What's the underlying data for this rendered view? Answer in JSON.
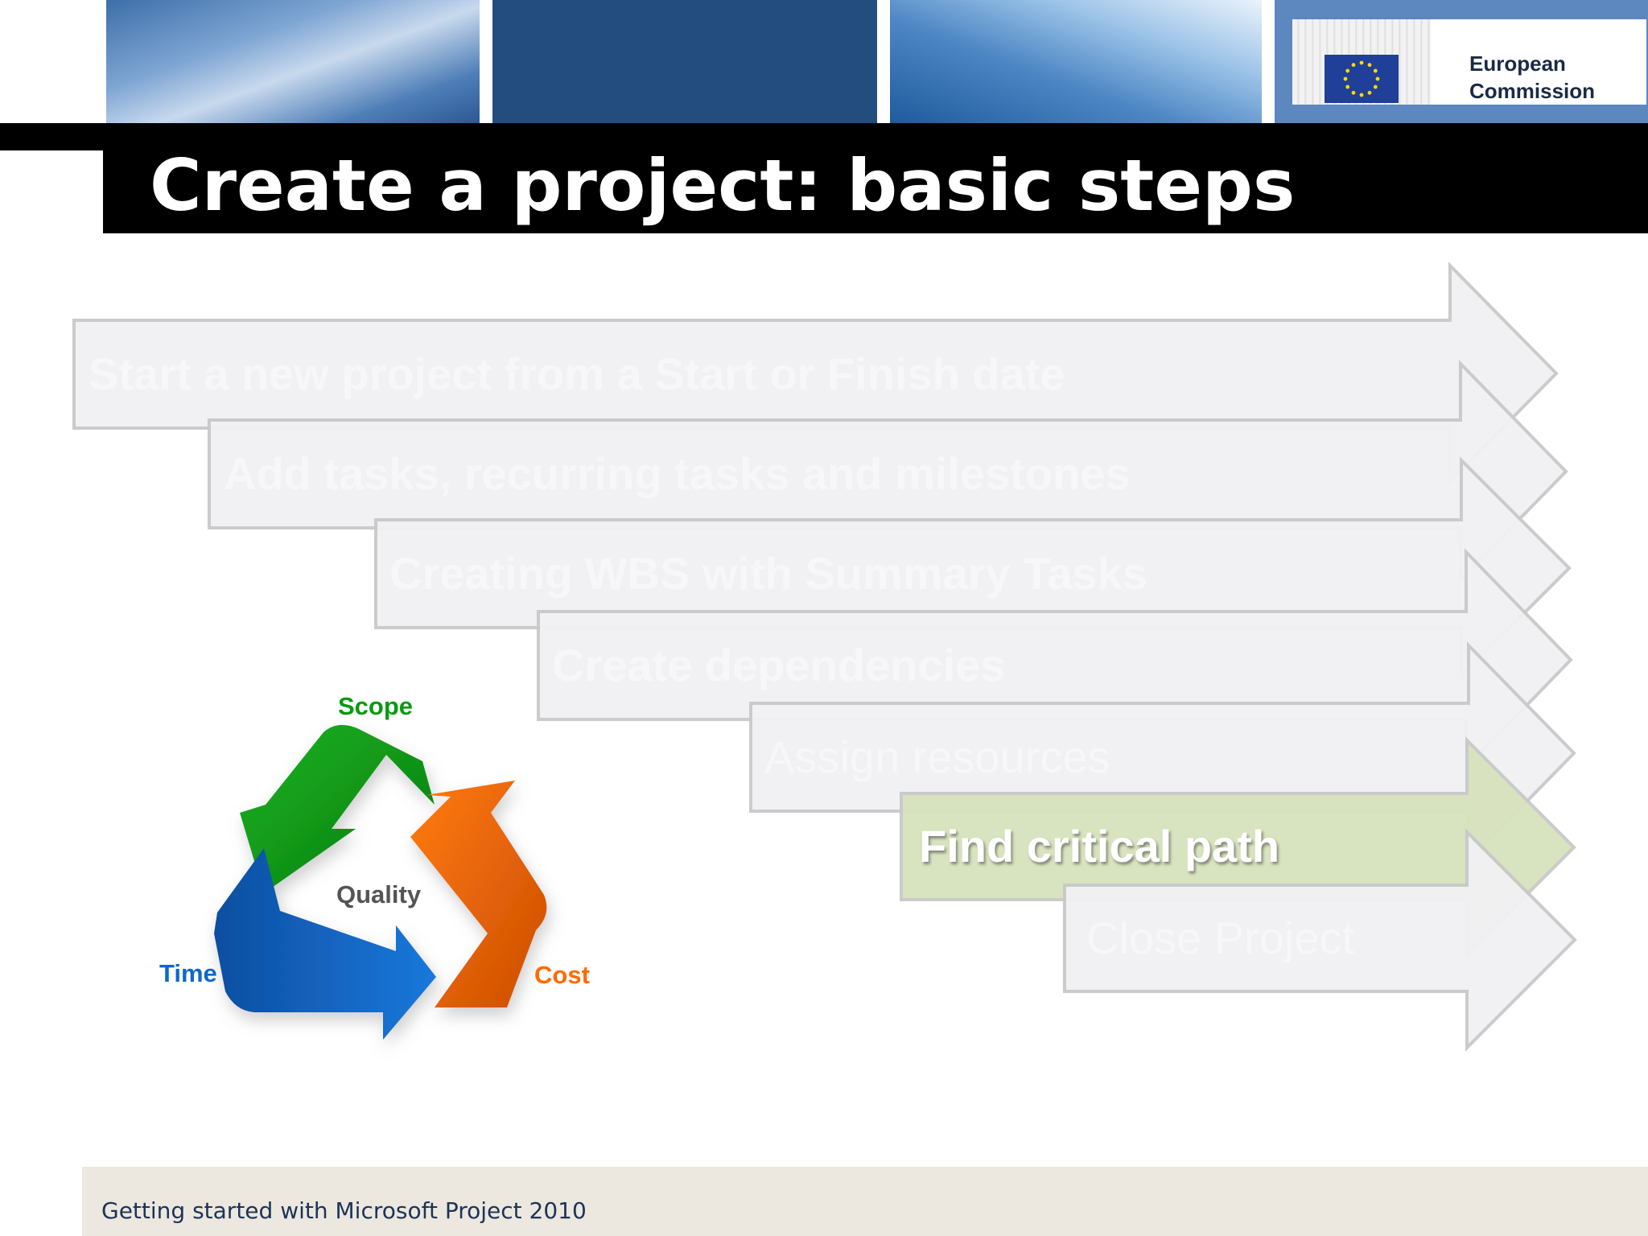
{
  "header": {
    "logo_line1": "European",
    "logo_line2": "Commission"
  },
  "slide": {
    "title": "Create a project: basic steps"
  },
  "steps": [
    {
      "label": "Start a new project from a Start or Finish date",
      "active": false
    },
    {
      "label": "Add tasks, recurring tasks and milestones",
      "active": false
    },
    {
      "label": "Creating WBS with Summary Tasks",
      "active": false
    },
    {
      "label": "Create dependencies",
      "active": false
    },
    {
      "label": "Assign resources",
      "active": false
    },
    {
      "label": "Find critical path",
      "active": true
    },
    {
      "label": "Close Project",
      "active": false
    }
  ],
  "triangle": {
    "scope": "Scope",
    "time": "Time",
    "cost": "Cost",
    "quality": "Quality"
  },
  "colors": {
    "scope": "#0a9a12",
    "time": "#0f67c9",
    "cost": "#ff6a00",
    "quality": "#555555",
    "arrow_fill": "#f1f1f3",
    "arrow_stroke": "#c9c9c9",
    "active_fill": "#d7e2bd"
  },
  "footer": {
    "text": "Getting started with Microsoft Project 2010"
  }
}
